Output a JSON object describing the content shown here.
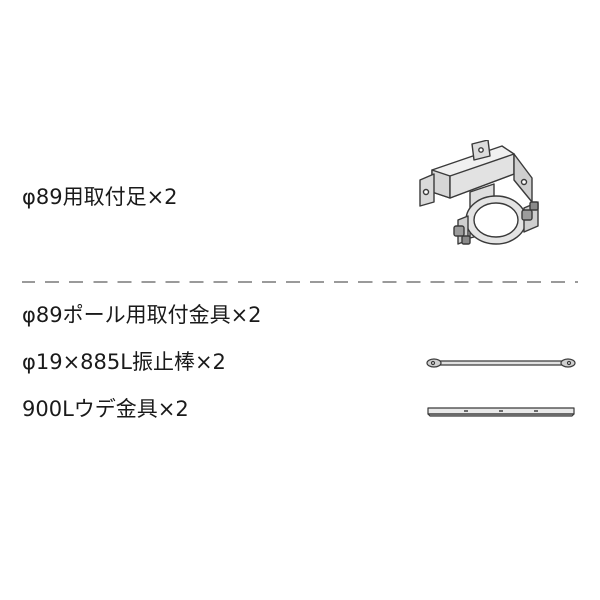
{
  "parts": [
    {
      "label": "φ89用取付足×2",
      "icon": "mounting-foot-bracket-icon"
    },
    {
      "label": "φ89ポール用取付金具×2"
    },
    {
      "label": "φ19×885L振止棒×2",
      "icon": "brace-rod-icon"
    },
    {
      "label": "900Lウデ金具×2",
      "icon": "arm-bracket-icon"
    }
  ],
  "colors": {
    "text": "#1a1a1a",
    "divider": "#9a9a9a",
    "metal_light": "#e6e6e6",
    "metal_mid": "#c8c8c8",
    "metal_dark": "#555555"
  }
}
